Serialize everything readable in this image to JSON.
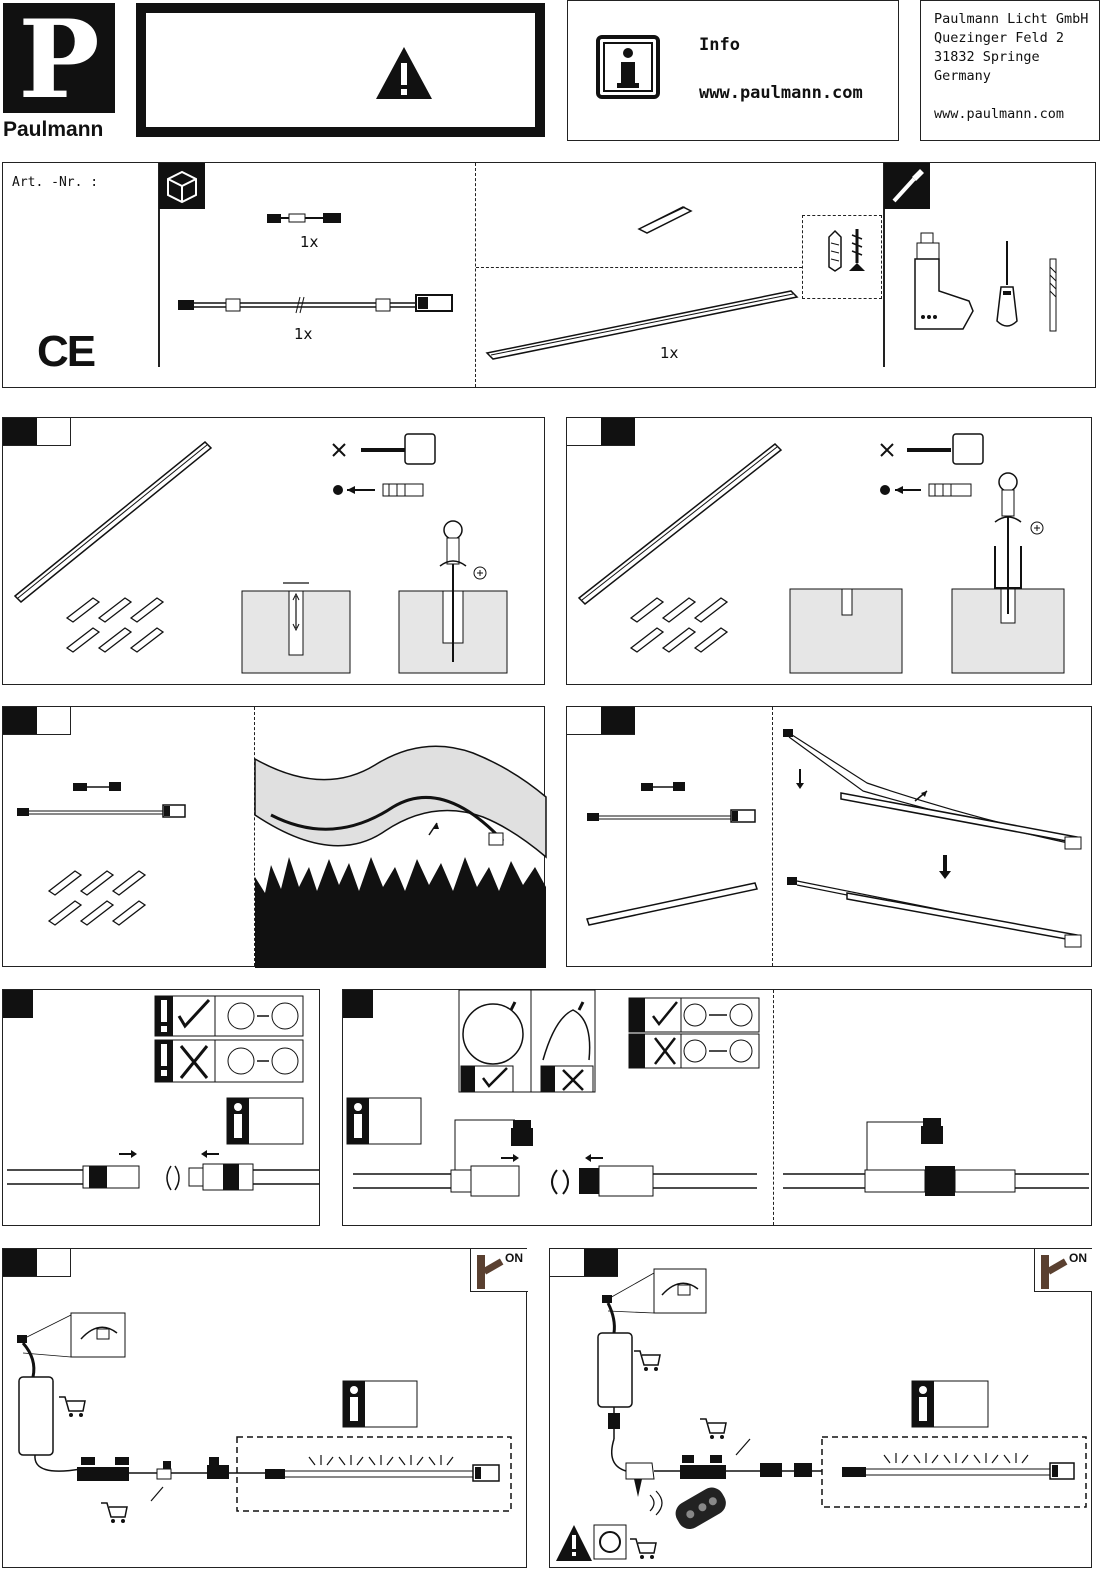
{
  "brand": {
    "logo_letter": "P",
    "name": "Paulmann"
  },
  "info": {
    "title": "Info",
    "url": "www.paulmann.com"
  },
  "address": {
    "lines": [
      "Paulmann Licht GmbH",
      "Quezinger Feld 2",
      "31832 Springe",
      "Germany"
    ],
    "url": "www.paulmann.com"
  },
  "contents": {
    "art_nr_label": "Art. -Nr. :",
    "ce_mark": "CE",
    "item1_qty": "1x",
    "item2_qty": "1x",
    "item3_qty": "1x"
  },
  "steps": {
    "step6_on": "ON",
    "step7_on": "ON"
  },
  "icons": [
    "warning-icon",
    "info-icon",
    "box-icon",
    "tools-icon",
    "drill-icon",
    "screwdriver-icon",
    "drill-bit-icon",
    "dowel-icon",
    "screw-icon",
    "cart-icon",
    "check-icon",
    "cross-icon",
    "switch-on-icon",
    "remote-icon",
    "dimmer-icon"
  ],
  "colors": {
    "ink": "#111111",
    "switch_brown": "#5a4030",
    "paper": "#ffffff"
  }
}
